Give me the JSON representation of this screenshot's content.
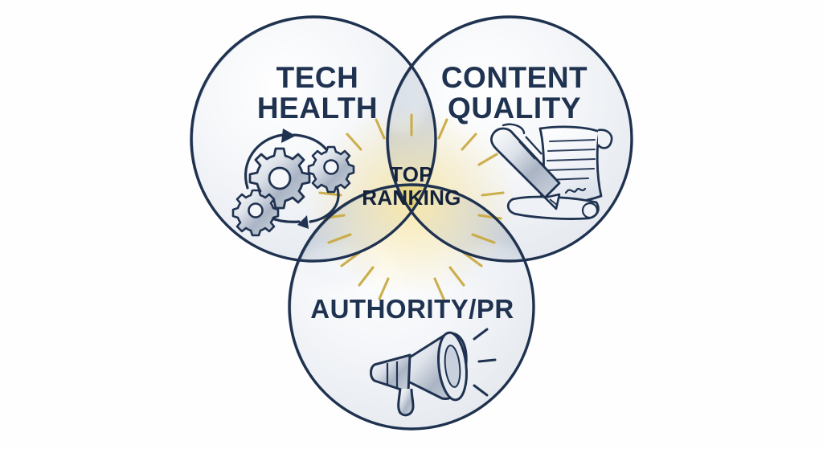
{
  "diagram": {
    "type": "venn",
    "title": "SEO Top Ranking Venn Diagram",
    "style": "hand-drawn sketch",
    "background_color": "#fefefe",
    "stroke_color": "#1f3250",
    "circle_fill_color": "#f2f4f7",
    "overlap_fill_color": "#c2cad6",
    "center_fill_color": "#d9bc56",
    "ray_color": "#c9a93f",
    "sets": [
      {
        "id": "tech-health",
        "label": "TECH\nHEALTH",
        "position": "top-left",
        "icon": "gears-icon",
        "icon_description": "three interlocking gears with circular arrows"
      },
      {
        "id": "content-quality",
        "label": "CONTENT\nQUALITY",
        "position": "top-right",
        "icon": "pen-scroll-icon",
        "icon_description": "fountain pen writing a signature on a scroll"
      },
      {
        "id": "authority-pr",
        "label": "AUTHORITY/PR",
        "position": "bottom",
        "icon": "megaphone-icon",
        "icon_description": "megaphone with sound lines"
      }
    ],
    "intersection": {
      "id": "top-ranking",
      "label": "TOP\nRANKING",
      "shape": "reuleaux-triangle-shield",
      "glow": "radiating sun rays"
    }
  },
  "chart_data": {
    "type": "venn",
    "title": "SEO Top Ranking Venn Diagram",
    "sets": [
      "TECH HEALTH",
      "CONTENT QUALITY",
      "AUTHORITY/PR"
    ],
    "intersection_all": "TOP RANKING",
    "legend": []
  }
}
